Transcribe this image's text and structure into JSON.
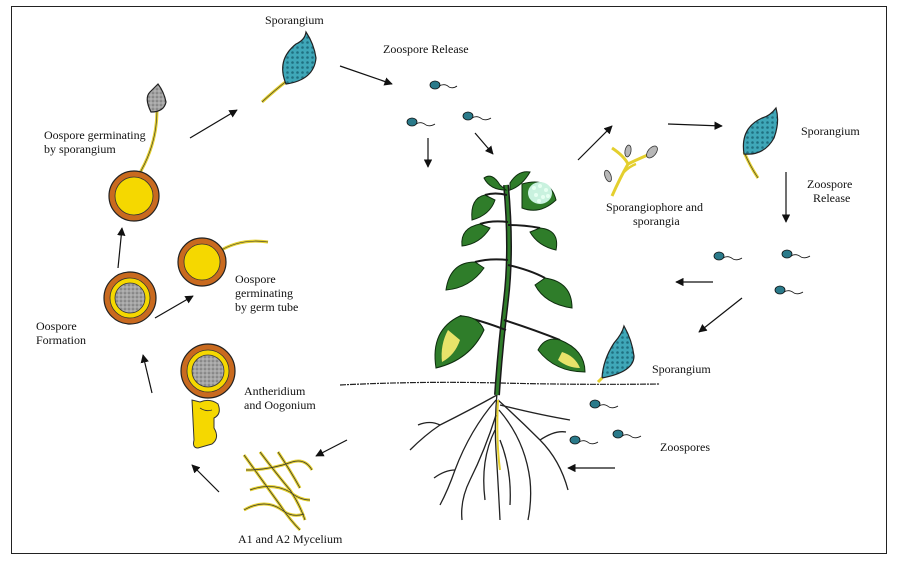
{
  "labels": {
    "sporangium_top": "Sporangium",
    "zoospore_release_top": "Zoospore Release",
    "oospore_germ_sporangium_1": "Oospore germinating",
    "oospore_germ_sporangium_2": "by sporangium",
    "sporangium_right": "Sporangium",
    "zoospore_release_right_1": "Zoospore",
    "zoospore_release_right_2": "Release",
    "sporangiophore_1": "Sporangiophore and",
    "sporangiophore_2": "sporangia",
    "oospore_germ_tube_1": "Oospore",
    "oospore_germ_tube_2": "germinating",
    "oospore_germ_tube_3": "by germ tube",
    "oospore_formation_1": "Oospore",
    "oospore_formation_2": "Formation",
    "antheridium_1": "Antheridium",
    "antheridium_2": "and Oogonium",
    "sporangium_lower": "Sporangium",
    "zoospores": "Zoospores",
    "mycelium": "A1 and A2 Mycelium"
  },
  "colors": {
    "oospore_wall": "#c96a1f",
    "oospore_yellow": "#f5d800",
    "oospore_core": "#9a9a9a",
    "sporangium_spores": "#3fa7b8",
    "sporangium_stalk": "#e4cf2e",
    "leaf_green": "#2f7d2a",
    "lesion_yellow": "#e8e36a",
    "root": "#222222",
    "arrow": "#111111"
  }
}
